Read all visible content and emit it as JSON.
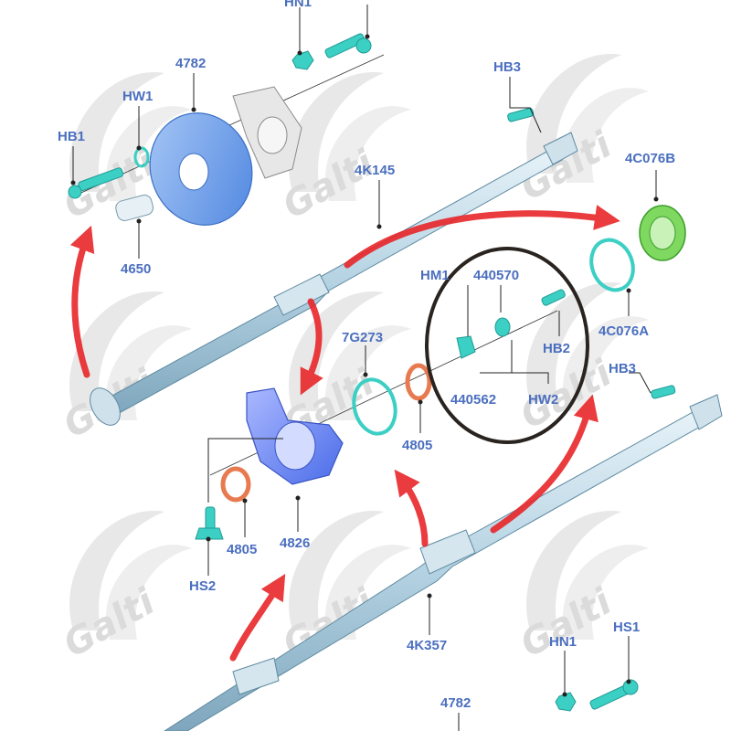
{
  "diagram": {
    "watermark_text": "Galti",
    "colors": {
      "label": "#4b6fbf",
      "shaft": "#bcd6e6",
      "part_cyan": "#3cc8c0",
      "coupling_blue": "#6a9ce8",
      "bearing_blue": "#5f86f0",
      "ring_green": "#7fd860",
      "seal_orange": "#e87a50",
      "arrow_red": "#e8262a",
      "highlight_circle": "#2a2420"
    },
    "labels": {
      "hn1_top": "HN1",
      "p4782_top": "4782",
      "hw1": "HW1",
      "hb1": "HB1",
      "p4650": "4650",
      "hb3_top": "HB3",
      "p4k145": "4K145",
      "p4c076b": "4C076B",
      "hm1": "HM1",
      "p440570": "440570",
      "hb2": "HB2",
      "p4c076a": "4C076A",
      "p7g273": "7G273",
      "p440562": "440562",
      "hw2": "HW2",
      "hb3_right": "HB3",
      "p4805_right": "4805",
      "p4805_left": "4805",
      "p4826": "4826",
      "hs2": "HS2",
      "p4k357": "4K357",
      "hn1_bottom": "HN1",
      "hs1": "HS1",
      "p4782_bottom": "4782"
    }
  }
}
